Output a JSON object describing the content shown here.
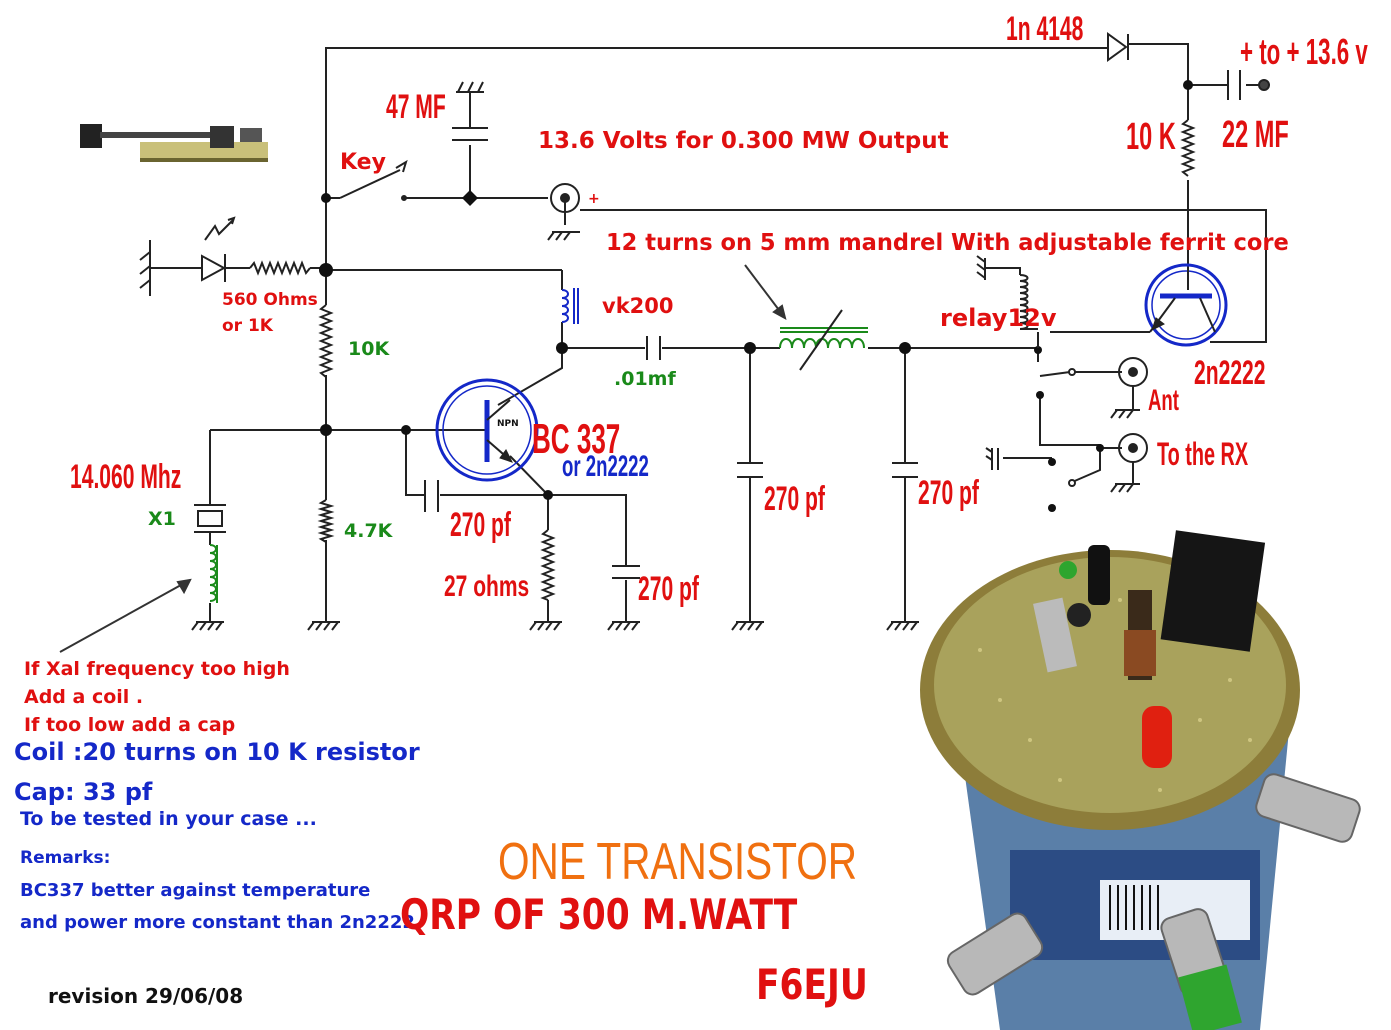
{
  "labels": {
    "diode": "1n 4148",
    "supply": "+ to + 13.6 v",
    "cap47": "47 MF",
    "key": "Key",
    "power_note": "13.6 Volts for 0.300 MW Output",
    "r10k_top": "10 K",
    "cap22": "22 MF",
    "coil_note": "12 turns on 5 mm mandrel With adjustable ferrit core",
    "r560": "560 Ohms",
    "r560_alt": "or 1K",
    "vk200": "vk200",
    "relay": "relay12v",
    "t2": "2n2222",
    "r10k": "10K",
    "c01": ".01mf",
    "ant": "Ant",
    "freq": "14.060 Mhz",
    "t1": "BC 337",
    "t1_alt": "or 2n2222",
    "rx": "To the RX",
    "x1": "X1",
    "r47k": "4.7K",
    "c270_a": "270 pf",
    "c270_b": "270 pf",
    "c270_c": "270 pf",
    "c270_d": "270 pf",
    "r27": "27  ohms",
    "npn": "NPN"
  },
  "notes": {
    "line1": "If Xal frequency too high",
    "line2": "Add a coil .",
    "line3": "If too low add a cap",
    "coil": "Coil :20 turns on 10 K resistor",
    "cap": "Cap: 33 pf",
    "tested": "To be tested in your case ...",
    "remarks": "Remarks:",
    "remark1": "BC337 better against temperature",
    "remark2": "and power more constant than 2n2222",
    "revision": "revision 29/06/08"
  },
  "title": {
    "line1": "ONE TRANSISTOR",
    "line2": "QRP OF 300 M.WATT",
    "callsign": "F6EJU"
  },
  "colors": {
    "label_red": "#e01010",
    "label_blue": "#1428c8",
    "label_green": "#1a8a1a",
    "title_orange": "#f07010",
    "transistor_blue": "#1428c8",
    "coil_green": "#1a8a1a"
  }
}
